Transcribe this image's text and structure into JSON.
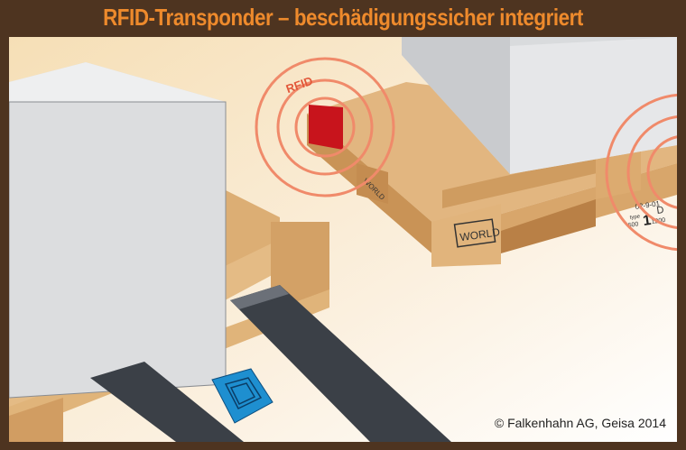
{
  "title": "RFID-Transponder – beschädigungssicher integriert",
  "rfid_label": "RFID",
  "pallet_stamp": {
    "brand": "WORLD",
    "date": "02-9-01",
    "type_label": "type",
    "type_number": "1",
    "mark": "D",
    "width": "600",
    "length": "1200"
  },
  "copyright": "© Falkenhahn AG, Geisa 2014",
  "colors": {
    "frame": "#4e3420",
    "title": "#ee8a2c",
    "rings": "#f08a6a",
    "tag": "#1e8fd0",
    "transponder": "#c8141c"
  }
}
